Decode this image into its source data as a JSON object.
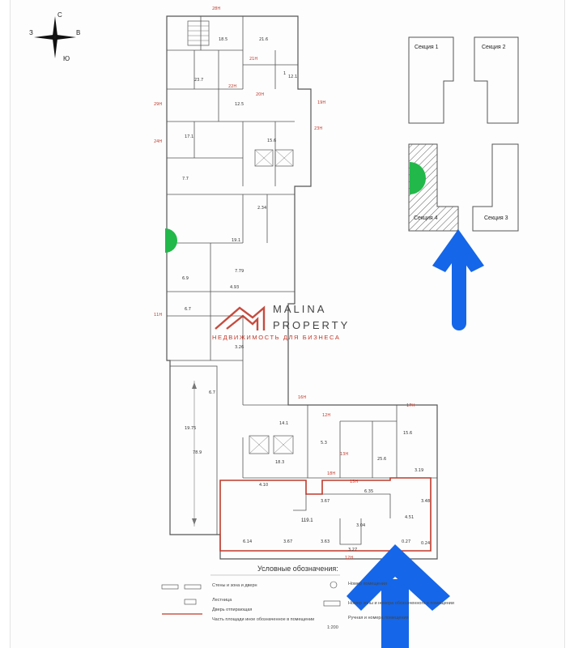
{
  "compass": {
    "north": "С",
    "south": "Ю",
    "west": "З",
    "east": "В"
  },
  "watermark": {
    "line1": "MALINA",
    "line2": "PROPERTY",
    "tagline": "НЕДВИЖИМОСТЬ ДЛЯ БИЗНЕСА"
  },
  "sections": [
    {
      "label": "Секция 1"
    },
    {
      "label": "Секция 2"
    },
    {
      "label": "Секция 4"
    },
    {
      "label": "Секция 3"
    }
  ],
  "unit_labels": [
    "28Н",
    "21Н",
    "22Н",
    "20Н",
    "19Н",
    "23Н",
    "29Н",
    "24Н",
    "11Н",
    "16Н",
    "17Н",
    "12Н",
    "13Н",
    "15Н",
    "18Н",
    "12Н"
  ],
  "room_numbers": [
    "18.5",
    "21.6",
    "1",
    "23.7",
    "12.1",
    "12.5",
    "17.1",
    "15.6",
    "7.7",
    "2.34",
    "19.1",
    "7.79",
    "4.93",
    "6.9",
    "6.7",
    "14.1",
    "5.3",
    "25.6",
    "18.3",
    "78.9",
    "3.26",
    "15.6",
    "6.7",
    "4.10",
    "6.35",
    "3.67",
    "4.51",
    "3.48",
    "6.14",
    "3.67",
    "3.63",
    "3.04",
    "0.27",
    "0.24",
    "3.27",
    "3.19",
    "19.75"
  ],
  "marked_area": {
    "total": "119.1"
  },
  "legend": {
    "title": "Условные обозначения:",
    "items": [
      "Стены и зона и дверн",
      "Лестница",
      "Дверь отпирающая",
      "Часть площади иное обозначенное в помещении",
      "Номер помещения",
      "Номер зоны и номера обозначенного в помещении",
      "Ручная и номера помещения"
    ],
    "scale": "1:200"
  },
  "colors": {
    "accent_red": "#c0392b",
    "arrow_blue": "#1566e8",
    "marker_green": "#22b84a",
    "wall": "#555555"
  }
}
